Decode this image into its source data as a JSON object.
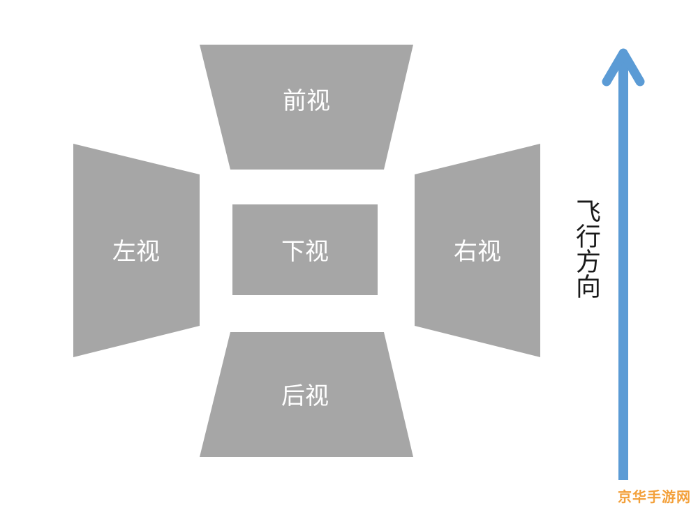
{
  "views": {
    "front": "前视",
    "left": "左视",
    "bottom": "下视",
    "right": "右视",
    "back": "后视"
  },
  "direction_label": "飞行方向",
  "watermark": "京华手游网",
  "colors": {
    "panel": "#a6a6a6",
    "panel_text": "#ffffff",
    "arrow": "#5b9bd5",
    "direction_text": "#1a1a1a",
    "watermark": "#f3a03a"
  }
}
